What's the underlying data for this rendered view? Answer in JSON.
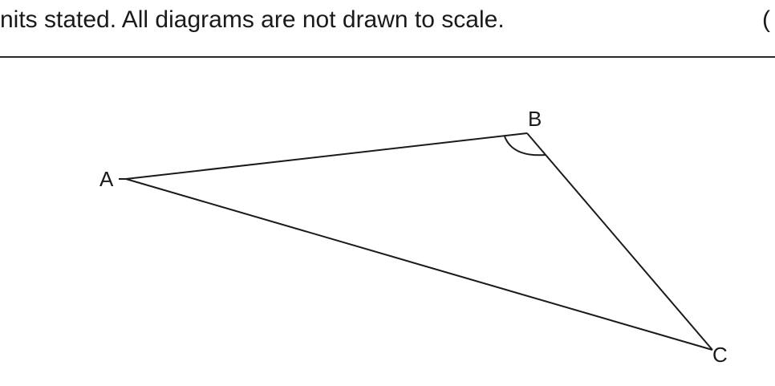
{
  "question": {
    "instruction_cut_line": "nits stated. All diagrams are not drawn to scale.",
    "right_bracket": "("
  },
  "diagram": {
    "vertices": {
      "A": "A",
      "B": "B",
      "C": "C"
    },
    "marked_angle": "B"
  }
}
